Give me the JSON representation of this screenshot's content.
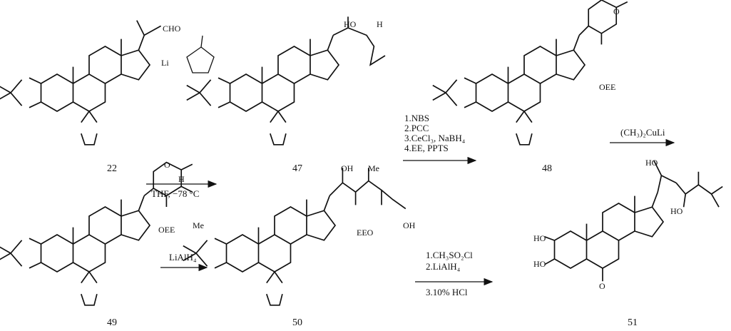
{
  "compounds": [
    {
      "id": "22",
      "side_chain": "CHO",
      "reagent_label": "Li"
    },
    {
      "id": "47",
      "side_chain": "HO",
      "h_label": "H"
    },
    {
      "id": "48",
      "side_chain": "OEE",
      "carbonyl": "O"
    },
    {
      "id": "49",
      "side_chain": "OEE",
      "methyl": "Me",
      "h_label": "H",
      "carbonyl": "O"
    },
    {
      "id": "50",
      "side_chain_oh": "OH",
      "side_chain_eeo": "EEO",
      "methyl": "Me",
      "terminal": "OH"
    },
    {
      "id": "51",
      "side_chain_ho": "HO",
      "side_chain_ho2": "HO",
      "ring_ho1": "HO",
      "ring_ho2": "HO",
      "ketone": "O"
    }
  ],
  "atoms": {
    "O": "O",
    "H": "H"
  },
  "steps": [
    {
      "reagents": [
        "THF, −78 °C"
      ]
    },
    {
      "reagents": [
        "1.NBS",
        "2.PCC",
        "3.CeCl₃, NaBH₄",
        "4.EE, PPTS"
      ]
    },
    {
      "reagents": [
        "(CH₃)₂CuLi"
      ]
    },
    {
      "reagents": [
        "LiAlH₄"
      ]
    },
    {
      "reagents": [
        "1.CH₃SO₂Cl",
        "2.LiAlH₄",
        "3.10% HCl"
      ]
    }
  ]
}
